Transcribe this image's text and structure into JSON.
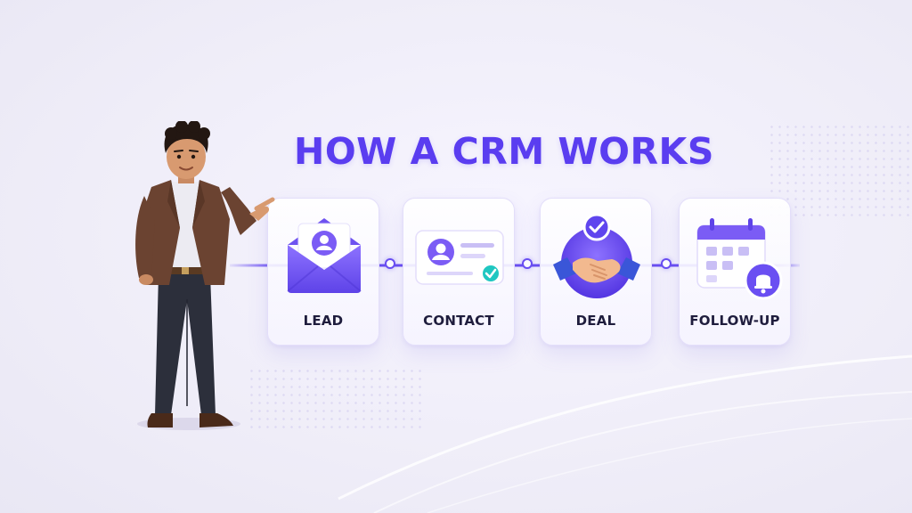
{
  "title": "HOW A CRM WORKS",
  "steps": [
    {
      "label": "LEAD",
      "icon": "envelope-user-icon"
    },
    {
      "label": "CONTACT",
      "icon": "contact-card-icon"
    },
    {
      "label": "DEAL",
      "icon": "handshake-icon"
    },
    {
      "label": "FOLLOW-UP",
      "icon": "calendar-bell-icon"
    }
  ],
  "colors": {
    "accent": "#5a3df0",
    "icon_purple": "#7b5cf5",
    "check_teal": "#1fc7c1",
    "label_text": "#1f1d3d",
    "background": "#efedf8"
  }
}
